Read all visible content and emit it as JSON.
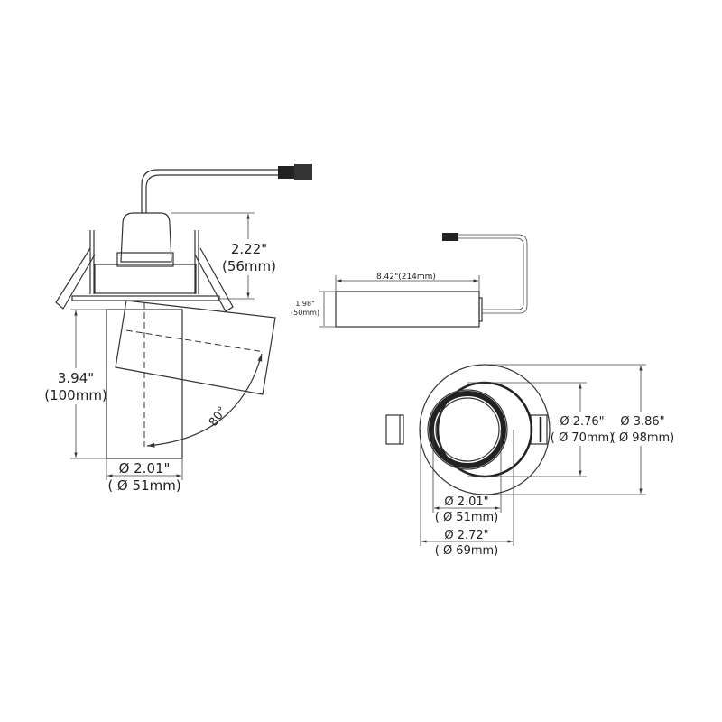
{
  "side_view": {
    "height_top": {
      "in": "2.22\"",
      "mm": "(56mm)"
    },
    "height_body": {
      "in": "3.94\"",
      "mm": "(100mm)"
    },
    "diameter": {
      "in": "Ø 2.01\"",
      "mm": "( Ø 51mm)"
    },
    "tilt_angle": "80°"
  },
  "driver": {
    "length": "8.42\"(214mm)",
    "height": {
      "in": "1.98\"",
      "mm": "(50mm)"
    }
  },
  "top_view": {
    "d_inner": {
      "in": "Ø 2.01\"",
      "mm": "( Ø 51mm)"
    },
    "d_mid": {
      "in": "Ø 2.72\"",
      "mm": "( Ø 69mm)"
    },
    "d_trim": {
      "in": "Ø 2.76\"",
      "mm": "( Ø 70mm)"
    },
    "d_outer": {
      "in": "Ø 3.86\"",
      "mm": "( Ø 98mm)"
    }
  },
  "colors": {
    "line": "#333333",
    "background": "#ffffff"
  }
}
